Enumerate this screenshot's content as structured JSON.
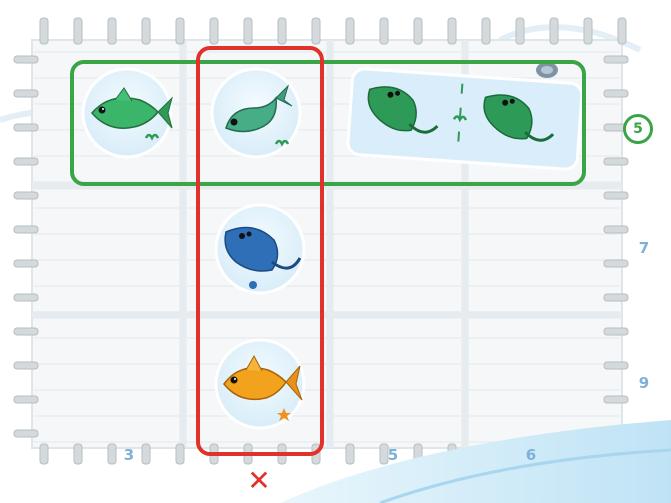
{
  "board": {
    "column_scores": [
      "3",
      "",
      "5",
      "6"
    ],
    "row_scores": [
      "5",
      "7",
      "9"
    ],
    "scored_row_label": "5",
    "failed_column_mark": "✕"
  },
  "colors": {
    "row_highlight": "#3aa447",
    "column_highlight": "#e0312a",
    "score_text": "#7fb0d8",
    "mark": "#e0312a",
    "water": "#dff1fb"
  },
  "tokens": [
    {
      "row": 1,
      "col": 1,
      "creature": "fish-green",
      "variant": "tuna",
      "color": "#3bb56a",
      "marker": "seaweed"
    },
    {
      "row": 1,
      "col": 2,
      "creature": "fish-green",
      "variant": "jumping",
      "color": "#47ad86",
      "marker": "seaweed"
    },
    {
      "row": 1,
      "col": 3,
      "creature": "ray-green-double-tile",
      "color": "#2e9a58",
      "marker": "seaweed"
    },
    {
      "row": 2,
      "col": 2,
      "creature": "ray-blue",
      "color": "#2e6fb8",
      "marker": "pebble"
    },
    {
      "row": 3,
      "col": 2,
      "creature": "fish-orange",
      "color": "#f2a21c",
      "marker": "starfish"
    }
  ],
  "highlights": {
    "row": 1,
    "column": 2
  }
}
